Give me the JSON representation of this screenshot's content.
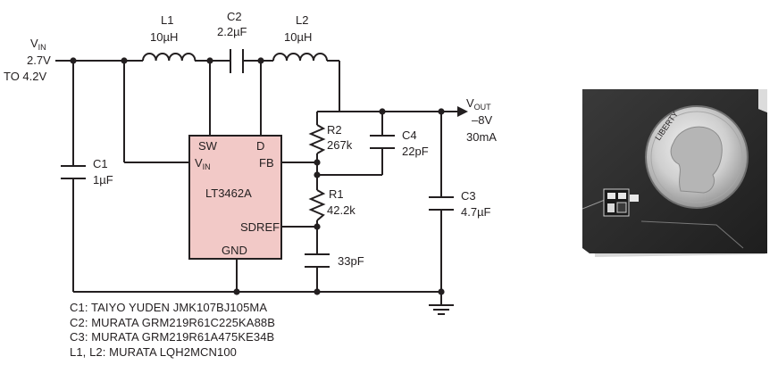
{
  "input": {
    "name_main": "V",
    "name_sub": "IN",
    "range_line1": "2.7V",
    "range_line2": "TO 4.2V"
  },
  "output": {
    "name_main": "V",
    "name_sub": "OUT",
    "voltage": "–8V",
    "current": "30mA"
  },
  "ic": {
    "part": "LT3462A",
    "pins": {
      "sw": "SW",
      "d": "D",
      "vin_main": "V",
      "vin_sub": "IN",
      "fb": "FB",
      "sdref": "SDREF",
      "gnd": "GND"
    }
  },
  "components": {
    "l1": {
      "ref": "L1",
      "value": "10µH"
    },
    "c2": {
      "ref": "C2",
      "value": "2.2µF"
    },
    "l2": {
      "ref": "L2",
      "value": "10µH"
    },
    "c1": {
      "ref": "C1",
      "value": "1µF"
    },
    "r2": {
      "ref": "R2",
      "value": "267k"
    },
    "c4": {
      "ref": "C4",
      "value": "22pF"
    },
    "r1": {
      "ref": "R1",
      "value": "42.2k"
    },
    "c5": {
      "value": "33pF"
    },
    "c3": {
      "ref": "C3",
      "value": "4.7µF"
    }
  },
  "notes": [
    "C1: TAIYO YUDEN JMK107BJ105MA",
    "C2: MURATA GRM219R61C225KA88B",
    "C3: MURATA GRM219R61A475KE34B",
    "L1, L2: MURATA LQH2MCN100"
  ],
  "photo": {
    "coin_legend": "LIBERTY"
  },
  "colors": {
    "ink": "#231f20",
    "ic_fill": "#f2c9c7",
    "photo_bg": "#2b2b2b"
  }
}
